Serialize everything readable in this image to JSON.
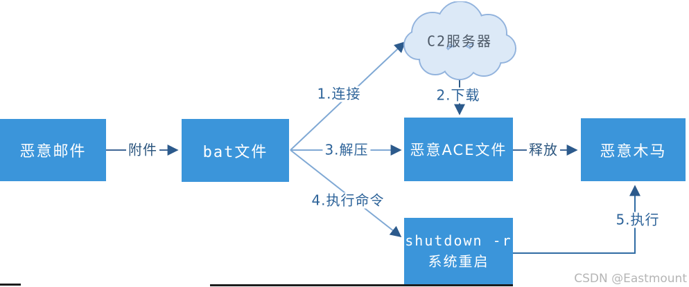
{
  "diagram": {
    "nodes": [
      {
        "id": "email",
        "type": "box",
        "label": "恶意邮件"
      },
      {
        "id": "bat",
        "type": "box",
        "label": "bat文件"
      },
      {
        "id": "c2",
        "type": "cloud",
        "label": "C2服务器"
      },
      {
        "id": "ace",
        "type": "box",
        "label": "恶意ACE文件"
      },
      {
        "id": "trojan",
        "type": "box",
        "label": "恶意木马"
      },
      {
        "id": "shutdown",
        "type": "box",
        "label": "shutdown -r",
        "label2": "系统重启"
      }
    ],
    "edges": [
      {
        "from": "email",
        "to": "bat",
        "label": "附件"
      },
      {
        "from": "bat",
        "to": "c2",
        "label": "1.连接"
      },
      {
        "from": "c2",
        "to": "ace",
        "label": "2.下载"
      },
      {
        "from": "bat",
        "to": "ace",
        "label": "3.解压"
      },
      {
        "from": "ace",
        "to": "trojan",
        "label": "释放"
      },
      {
        "from": "bat",
        "to": "shutdown",
        "label": "4.执行命令"
      },
      {
        "from": "shutdown",
        "to": "trojan",
        "label": "5.执行"
      }
    ],
    "colors": {
      "node_fill": "#3b95da",
      "node_text": "#ffffff",
      "cloud_fill": "#dce9f7",
      "cloud_border": "#92b3dd",
      "cloud_text": "#4c5866",
      "connector_dark": "#3f6695",
      "connector_light": "#7fa8d4",
      "arrowhead": "#2c5a8c",
      "edge_label_text": "#2d6399",
      "watermark_text": "#b5b5b5",
      "bottom_line": "#1c1c1c"
    }
  },
  "watermark": "CSDN @Eastmount"
}
